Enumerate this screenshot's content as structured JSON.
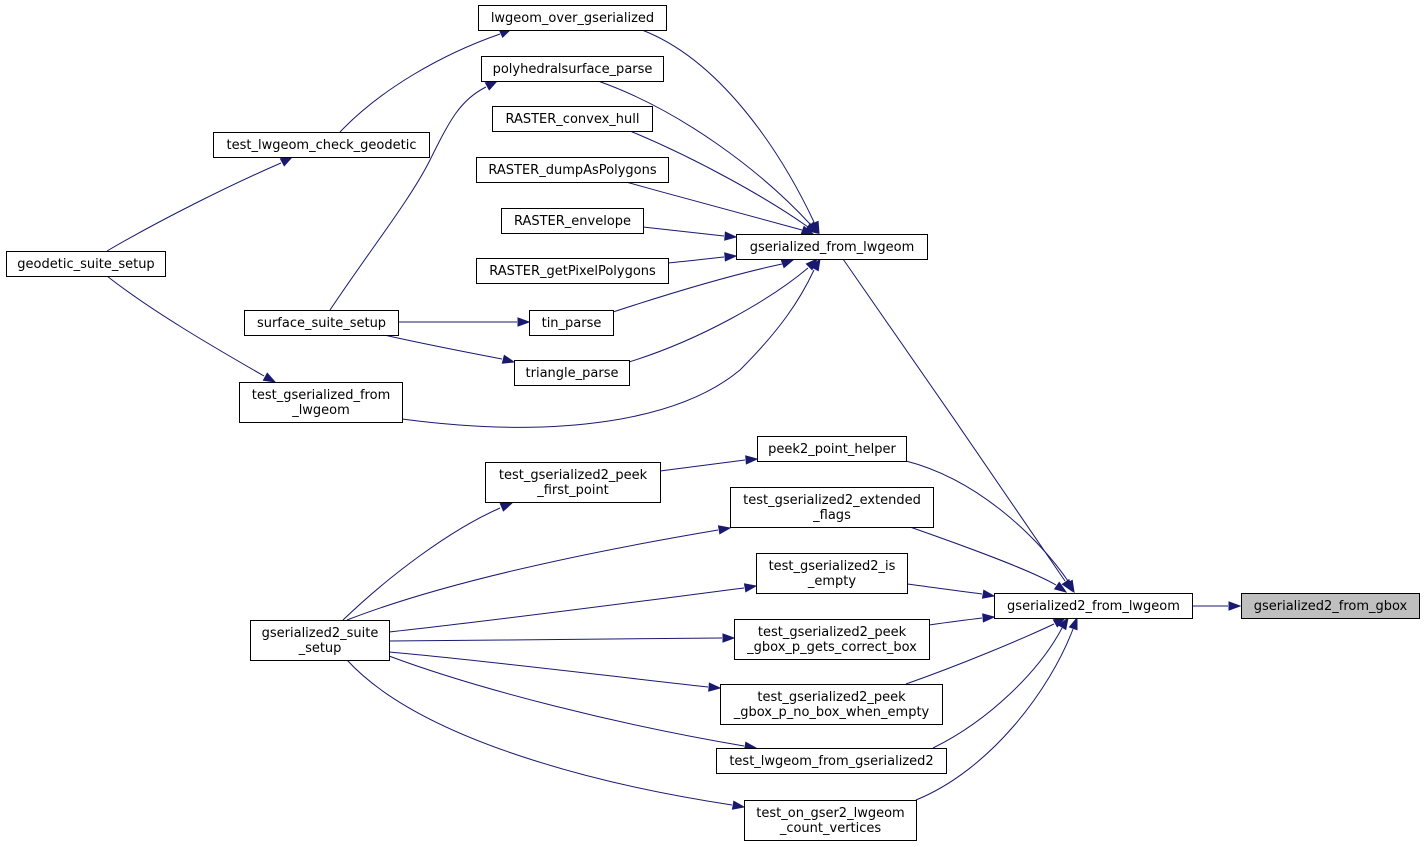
{
  "graph": {
    "edge_color": "#191970",
    "node_border_color": "#000000",
    "root_fill_color": "#bfbfbf",
    "nodes": {
      "gserialized2_from_gbox": {
        "lines": [
          "gserialized2_from_gbox"
        ],
        "root": true
      },
      "gserialized2_from_lwgeom": {
        "lines": [
          "gserialized2_from_lwgeom"
        ]
      },
      "gserialized_from_lwgeom": {
        "lines": [
          "gserialized_from_lwgeom"
        ]
      },
      "lwgeom_over_gserialized": {
        "lines": [
          "lwgeom_over_gserialized"
        ]
      },
      "polyhedralsurface_parse": {
        "lines": [
          "polyhedralsurface_parse"
        ]
      },
      "RASTER_convex_hull": {
        "lines": [
          "RASTER_convex_hull"
        ]
      },
      "RASTER_dumpAsPolygons": {
        "lines": [
          "RASTER_dumpAsPolygons"
        ]
      },
      "RASTER_envelope": {
        "lines": [
          "RASTER_envelope"
        ]
      },
      "RASTER_getPixelPolygons": {
        "lines": [
          "RASTER_getPixelPolygons"
        ]
      },
      "tin_parse": {
        "lines": [
          "tin_parse"
        ]
      },
      "triangle_parse": {
        "lines": [
          "triangle_parse"
        ]
      },
      "test_gserialized_from_lwgeom": {
        "lines": [
          "test_gserialized_from",
          "_lwgeom"
        ]
      },
      "test_lwgeom_check_geodetic": {
        "lines": [
          "test_lwgeom_check_geodetic"
        ]
      },
      "geodetic_suite_setup": {
        "lines": [
          "geodetic_suite_setup"
        ]
      },
      "surface_suite_setup": {
        "lines": [
          "surface_suite_setup"
        ]
      },
      "peek2_point_helper": {
        "lines": [
          "peek2_point_helper"
        ]
      },
      "test_gserialized2_peek_first_point": {
        "lines": [
          "test_gserialized2_peek",
          "_first_point"
        ]
      },
      "test_gserialized2_extended_flags": {
        "lines": [
          "test_gserialized2_extended",
          "_flags"
        ]
      },
      "test_gserialized2_is_empty": {
        "lines": [
          "test_gserialized2_is",
          "_empty"
        ]
      },
      "test_gserialized2_peek_gbox_p_gets_correct_box": {
        "lines": [
          "test_gserialized2_peek",
          "_gbox_p_gets_correct_box"
        ]
      },
      "test_gserialized2_peek_gbox_p_no_box_when_empty": {
        "lines": [
          "test_gserialized2_peek",
          "_gbox_p_no_box_when_empty"
        ]
      },
      "test_lwgeom_from_gserialized2": {
        "lines": [
          "test_lwgeom_from_gserialized2"
        ]
      },
      "test_on_gser2_lwgeom_count_vertices": {
        "lines": [
          "test_on_gser2_lwgeom",
          "_count_vertices"
        ]
      },
      "gserialized2_suite_setup": {
        "lines": [
          "gserialized2_suite",
          "_setup"
        ]
      }
    },
    "edges": [
      {
        "from": "gserialized2_from_lwgeom",
        "to": "gserialized2_from_gbox"
      },
      {
        "from": "gserialized_from_lwgeom",
        "to": "gserialized2_from_lwgeom"
      },
      {
        "from": "lwgeom_over_gserialized",
        "to": "gserialized_from_lwgeom"
      },
      {
        "from": "polyhedralsurface_parse",
        "to": "gserialized_from_lwgeom"
      },
      {
        "from": "RASTER_convex_hull",
        "to": "gserialized_from_lwgeom"
      },
      {
        "from": "RASTER_dumpAsPolygons",
        "to": "gserialized_from_lwgeom"
      },
      {
        "from": "RASTER_envelope",
        "to": "gserialized_from_lwgeom"
      },
      {
        "from": "RASTER_getPixelPolygons",
        "to": "gserialized_from_lwgeom"
      },
      {
        "from": "tin_parse",
        "to": "gserialized_from_lwgeom"
      },
      {
        "from": "triangle_parse",
        "to": "gserialized_from_lwgeom"
      },
      {
        "from": "test_gserialized_from_lwgeom",
        "to": "gserialized_from_lwgeom"
      },
      {
        "from": "test_lwgeom_check_geodetic",
        "to": "lwgeom_over_gserialized"
      },
      {
        "from": "geodetic_suite_setup",
        "to": "test_lwgeom_check_geodetic"
      },
      {
        "from": "geodetic_suite_setup",
        "to": "test_gserialized_from_lwgeom"
      },
      {
        "from": "surface_suite_setup",
        "to": "polyhedralsurface_parse"
      },
      {
        "from": "surface_suite_setup",
        "to": "tin_parse"
      },
      {
        "from": "surface_suite_setup",
        "to": "triangle_parse"
      },
      {
        "from": "peek2_point_helper",
        "to": "gserialized2_from_lwgeom"
      },
      {
        "from": "test_gserialized2_extended_flags",
        "to": "gserialized2_from_lwgeom"
      },
      {
        "from": "test_gserialized2_is_empty",
        "to": "gserialized2_from_lwgeom"
      },
      {
        "from": "test_gserialized2_peek_gbox_p_gets_correct_box",
        "to": "gserialized2_from_lwgeom"
      },
      {
        "from": "test_gserialized2_peek_gbox_p_no_box_when_empty",
        "to": "gserialized2_from_lwgeom"
      },
      {
        "from": "test_lwgeom_from_gserialized2",
        "to": "gserialized2_from_lwgeom"
      },
      {
        "from": "test_on_gser2_lwgeom_count_vertices",
        "to": "gserialized2_from_lwgeom"
      },
      {
        "from": "test_gserialized2_peek_first_point",
        "to": "peek2_point_helper"
      },
      {
        "from": "gserialized2_suite_setup",
        "to": "test_gserialized2_peek_first_point"
      },
      {
        "from": "gserialized2_suite_setup",
        "to": "test_gserialized2_extended_flags"
      },
      {
        "from": "gserialized2_suite_setup",
        "to": "test_gserialized2_is_empty"
      },
      {
        "from": "gserialized2_suite_setup",
        "to": "test_gserialized2_peek_gbox_p_gets_correct_box"
      },
      {
        "from": "gserialized2_suite_setup",
        "to": "test_gserialized2_peek_gbox_p_no_box_when_empty"
      },
      {
        "from": "gserialized2_suite_setup",
        "to": "test_lwgeom_from_gserialized2"
      },
      {
        "from": "gserialized2_suite_setup",
        "to": "test_on_gser2_lwgeom_count_vertices"
      }
    ]
  }
}
